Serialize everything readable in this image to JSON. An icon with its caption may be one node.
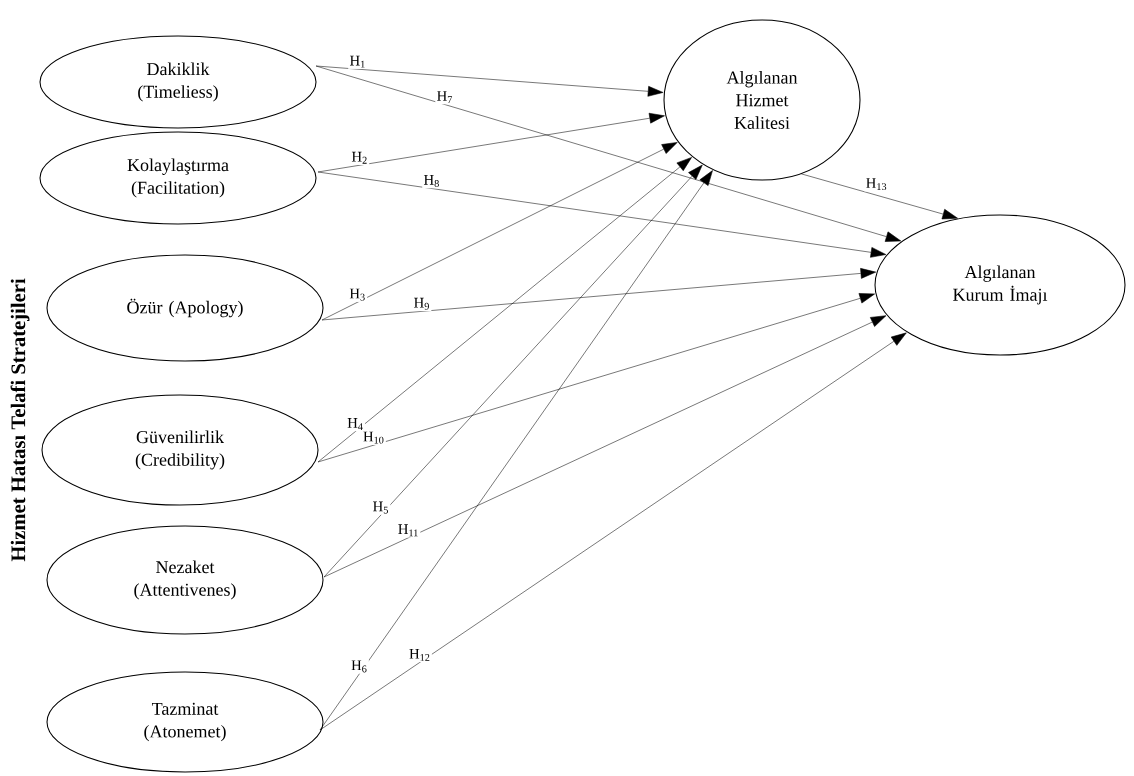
{
  "diagram": {
    "nodes": [
      {
        "text": [
          "Dakiklik (Timeliess)"
        ]
      },
      {
        "text": [
          "Kolaylaştırma (Facilitation)"
        ]
      },
      {
        "text": [
          "Özür (Apology)"
        ]
      },
      {
        "text": [
          "Güvenilirlik (Credibility)"
        ]
      },
      {
        "text": [
          "Nezaket (Attentivenes)"
        ]
      },
      {
        "text": [
          "Tazminat (Atonemet)"
        ]
      },
      {
        "text": [
          "Algılanan Hizmet Kalitesi"
        ]
      },
      {
        "text": [
          "Algılanan Kurum İmajı"
        ]
      }
    ],
    "edges": [
      {
        "from": 0,
        "to": 6,
        "arrow": "to",
        "label": "H$_{1}$"
      },
      {
        "from": 1,
        "to": 6,
        "arrow": "to",
        "label": "H$_{2}$"
      },
      {
        "from": 2,
        "to": 6,
        "arrow": "to",
        "label": "H$_{3}$"
      },
      {
        "from": 3,
        "to": 6,
        "arrow": "to",
        "label": "H$_{4}$"
      },
      {
        "from": 4,
        "to": 6,
        "arrow": "to",
        "label": "H$_{5}$"
      },
      {
        "from": 5,
        "to": 6,
        "arrow": "to",
        "label": "H$_{6}$"
      },
      {
        "from": 0,
        "to": 7,
        "arrow": "to",
        "label": "H$_{7}$"
      },
      {
        "from": 1,
        "to": 7,
        "arrow": "to",
        "label": "H$_{8}$"
      },
      {
        "from": 2,
        "to": 7,
        "arrow": "to",
        "label": "H$_{9}$"
      },
      {
        "from": 3,
        "to": 7,
        "arrow": "to",
        "label": "H$_{10}$"
      },
      {
        "from": 4,
        "to": 7,
        "arrow": "to",
        "label": "H$_{11}$"
      },
      {
        "from": 5,
        "to": 7,
        "arrow": "to",
        "label": "H$_{12}$"
      },
      {
        "from": 6,
        "to": 7,
        "arrow": "to",
        "label": "H$_{13}$"
      }
    ],
    "labels": [
      "Hizmet Hatası Telafi Stratejileri"
    ]
  }
}
